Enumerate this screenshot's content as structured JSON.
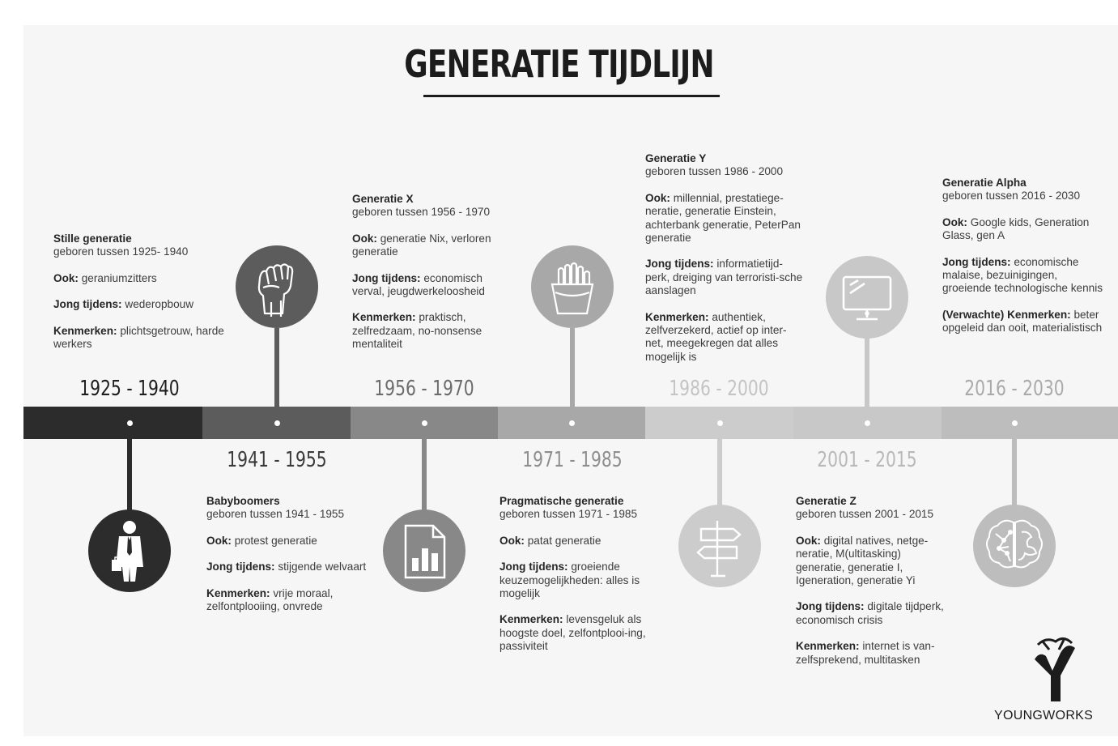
{
  "title": "GENERATIE TIJDLIJN",
  "colors": {
    "seg1": "#2c2c2c",
    "seg2": "#5c5c5c",
    "seg3": "#888888",
    "seg4": "#a8a8a8",
    "seg5": "#cccccc",
    "seg6": "#c8c8c8",
    "seg7": "#bdbdbd"
  },
  "generations": [
    {
      "years": "1925 - 1940",
      "name": "Stille generatie",
      "born": "geboren tussen 1925- 1940",
      "ook": "geraniumzitters",
      "jong": "wederopbouw",
      "kenmerken_label": "Kenmerken:",
      "kenmerken": "plichtsgetrouw, harde werkers",
      "icon": "businessman-icon"
    },
    {
      "years": "1941 - 1955",
      "name": "Babyboomers",
      "born": "geboren tussen 1941 - 1955",
      "ook": "protest generatie",
      "jong": "stijgende welvaart",
      "kenmerken_label": "Kenmerken:",
      "kenmerken": "vrije moraal, zelfontplooiing, onvrede",
      "icon": "raised-fist-icon"
    },
    {
      "years": "1956 - 1970",
      "name": "Generatie X",
      "born": "geboren tussen 1956 - 1970",
      "ook": "generatie Nix, verloren generatie",
      "jong": "economisch verval, jeugdwerkeloosheid",
      "kenmerken_label": "Kenmerken:",
      "kenmerken": "praktisch, zelfredzaam, no-nonsense mentaliteit",
      "icon": "document-chart-icon"
    },
    {
      "years": "1971 - 1985",
      "name": "Pragmatische generatie",
      "born": "geboren tussen 1971 - 1985",
      "ook": "patat generatie",
      "jong": "groeiende keuzemogelijkheden: alles is mogelijk",
      "kenmerken_label": "Kenmerken:",
      "kenmerken": "levensgeluk als hoogste doel, zelfontplooi-ing, passiviteit",
      "icon": "french-fries-icon"
    },
    {
      "years": "1986 - 2000",
      "name": "Generatie Y",
      "born": "geboren tussen 1986 - 2000",
      "ook": "millennial, prestatiege-neratie, generatie Einstein, achterbank generatie, PeterPan generatie",
      "jong": "informatietijd-perk, dreiging van terroristi-sche aanslagen",
      "kenmerken_label": "Kenmerken:",
      "kenmerken": "authentiek, zelfverzekerd, actief op inter-net, meegekregen dat alles mogelijk is",
      "icon": "signpost-icon"
    },
    {
      "years": "2001 - 2015",
      "name": "Generatie Z",
      "born": "geboren tussen 2001 - 2015",
      "ook": "digital natives, netge-neratie, M(ultitasking) generatie, generatie I, Igeneration, generatie Yi",
      "jong": "digitale tijdperk, economisch crisis",
      "kenmerken_label": "Kenmerken:",
      "kenmerken": "internet is van-zelfsprekend, multitasken",
      "icon": "monitor-icon"
    },
    {
      "years": "2016 - 2030",
      "name": "Generatie Alpha",
      "born": "geboren tussen 2016 - 2030",
      "ook": "Google kids, Generation Glass, gen A",
      "jong": "economische malaise, bezuinigingen, groeiende technologische kennis",
      "kenmerken_label": "(Verwachte) Kenmerken:",
      "kenmerken": "beter opgeleid dan ooit, materialistisch",
      "icon": "brain-circuit-icon"
    }
  ],
  "labels": {
    "ook": "Ook:",
    "jong": "Jong tijdens:"
  },
  "logo": {
    "text": "YOUNGWORKS",
    "icon": "youngworks-logo-icon"
  }
}
